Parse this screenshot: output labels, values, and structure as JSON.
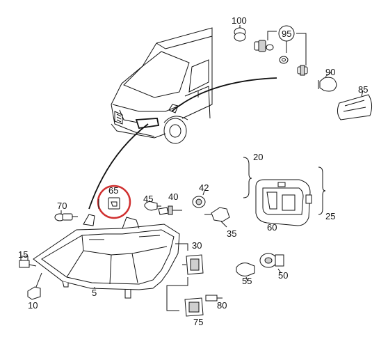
{
  "labels": {
    "l100": "100",
    "l95": "95",
    "l90": "90",
    "l85": "85",
    "l20": "20",
    "l25": "25",
    "l60": "60",
    "l65": "65",
    "l70": "70",
    "l45": "45",
    "l40": "40",
    "l42": "42",
    "l35": "35",
    "l30": "30",
    "l15": "15",
    "l5": "5",
    "l10": "10",
    "l55": "55",
    "l50": "50",
    "l80": "80",
    "l75": "75"
  },
  "highlight": {
    "part": "65",
    "color": "#d03030"
  }
}
